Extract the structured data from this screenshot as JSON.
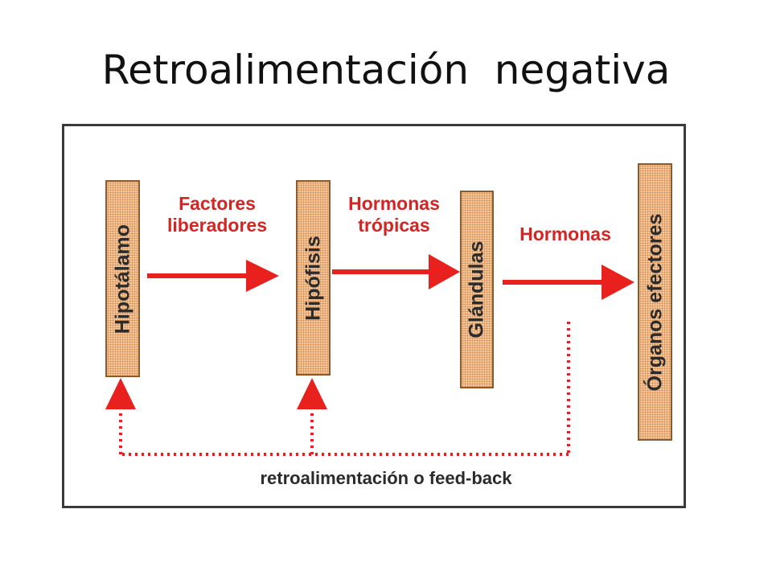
{
  "title": "Retroalimentación  negativa",
  "boxes": {
    "hipotalamo": "Hipotálamo",
    "hipofisis": "Hipófisis",
    "glandulas": "Glándulas",
    "organos": "Órganos efectores"
  },
  "arrows": {
    "factores": "Factores\nliberadores",
    "tropicas": "Hormonas\ntrópicas",
    "hormonas": "Hormonas"
  },
  "feedback": "retroalimentación o feed-back",
  "colors": {
    "arrow": "#e8201e",
    "box_fill": "#f7c9a0",
    "box_dots": "#d08a4a"
  }
}
